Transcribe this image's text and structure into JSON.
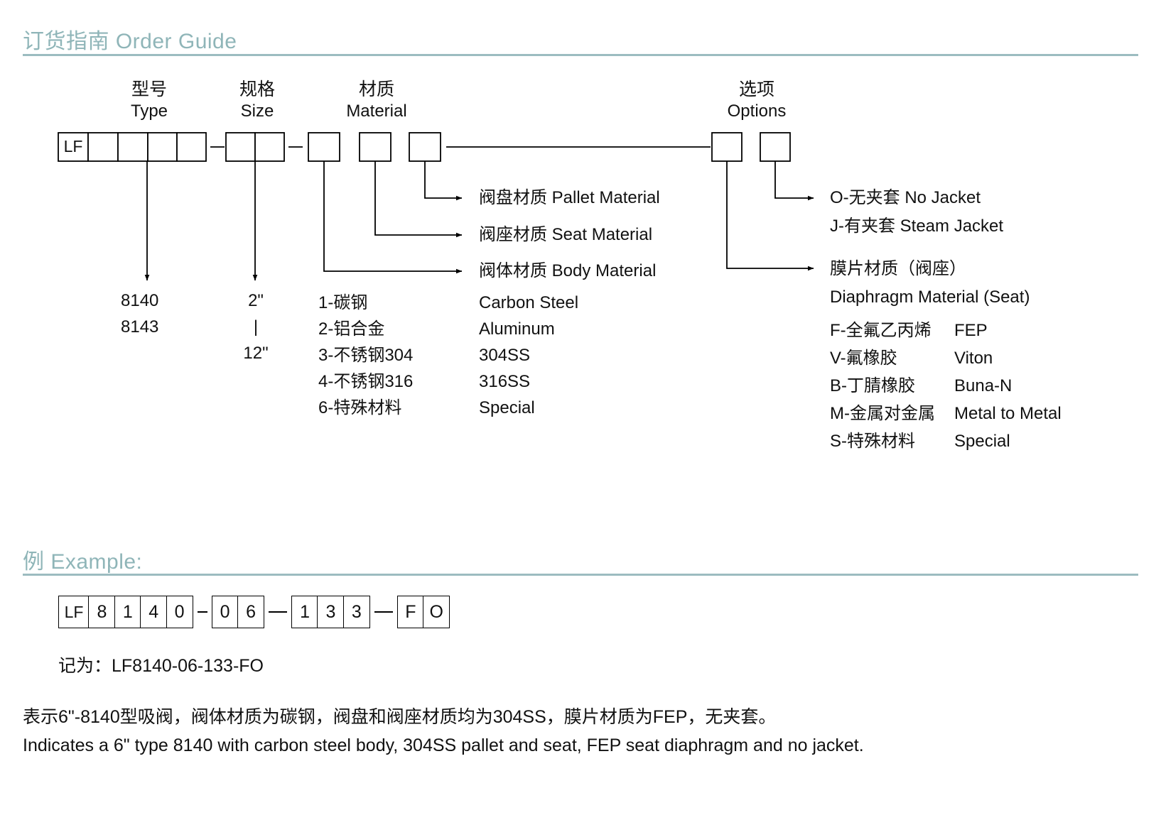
{
  "order_guide": {
    "heading_cn": "订货指南",
    "heading_en": "Order Guide",
    "heading_full": "订货指南 Order Guide",
    "accent_color": "#8fb5b8",
    "rule_color": "#9cbcc0"
  },
  "diagram": {
    "prefix_cell": "LF",
    "groups": [
      {
        "name": "type",
        "cn": "型号",
        "en": "Type",
        "cells": 4
      },
      {
        "name": "size",
        "cn": "规格",
        "en": "Size",
        "cells": 2
      },
      {
        "name": "material",
        "cn": "材质",
        "en": "Material",
        "cells": 3
      },
      {
        "name": "options",
        "cn": "选项",
        "en": "Options",
        "cells": 2
      }
    ],
    "callouts": [
      {
        "key": "pallet",
        "text": "阀盘材质 Pallet Material"
      },
      {
        "key": "seat",
        "text": "阀座材质 Seat Material"
      },
      {
        "key": "body",
        "text": "阀体材质 Body Material"
      },
      {
        "key": "jacket_no",
        "text": "O-无夹套 No Jacket"
      },
      {
        "key": "jacket_steam",
        "text": "J-有夹套 Steam Jacket"
      },
      {
        "key": "diaphragm_cn",
        "text": "膜片材质（阀座）"
      },
      {
        "key": "diaphragm_en",
        "text": "Diaphragm Material (Seat)"
      }
    ],
    "type_values": [
      "8140",
      "8143"
    ],
    "size_values": {
      "min": "2\"",
      "connector": "|",
      "max": "12\""
    },
    "material_codes": [
      {
        "code": "1-碳钢",
        "en": "Carbon Steel"
      },
      {
        "code": "2-铝合金",
        "en": "Aluminum"
      },
      {
        "code": "3-不锈钢304",
        "en": "304SS"
      },
      {
        "code": "4-不锈钢316",
        "en": "316SS"
      },
      {
        "code": "6-特殊材料",
        "en": "Special"
      }
    ],
    "diaphragm_codes": [
      {
        "code": "F-全氟乙丙烯",
        "en": "FEP"
      },
      {
        "code": "V-氟橡胶",
        "en": "Viton"
      },
      {
        "code": "B-丁腈橡胶",
        "en": "Buna-N"
      },
      {
        "code": "M-金属对金属",
        "en": "Metal to Metal"
      },
      {
        "code": "S-特殊材料",
        "en": "Special"
      }
    ]
  },
  "example": {
    "heading_cn": "例",
    "heading_en": "Example:",
    "heading_full": "例 Example:",
    "code_groups": [
      {
        "name": "type",
        "cells": [
          "LF",
          "8",
          "1",
          "4",
          "0"
        ]
      },
      {
        "name": "size",
        "cells": [
          "0",
          "6"
        ]
      },
      {
        "name": "material",
        "cells": [
          "1",
          "3",
          "3"
        ]
      },
      {
        "name": "options",
        "cells": [
          "F",
          "O"
        ]
      }
    ],
    "note_label": "记为：",
    "note_code": "LF8140-06-133-FO",
    "note_full": "记为：LF8140-06-133-FO",
    "description_cn": "表示6\"-8140型吸阀，阀体材质为碳钢，阀盘和阀座材质均为304SS，膜片材质为FEP，无夹套。",
    "description_en": "Indicates a 6\" type 8140 with carbon steel body, 304SS pallet and seat, FEP seat diaphragm and no jacket."
  }
}
